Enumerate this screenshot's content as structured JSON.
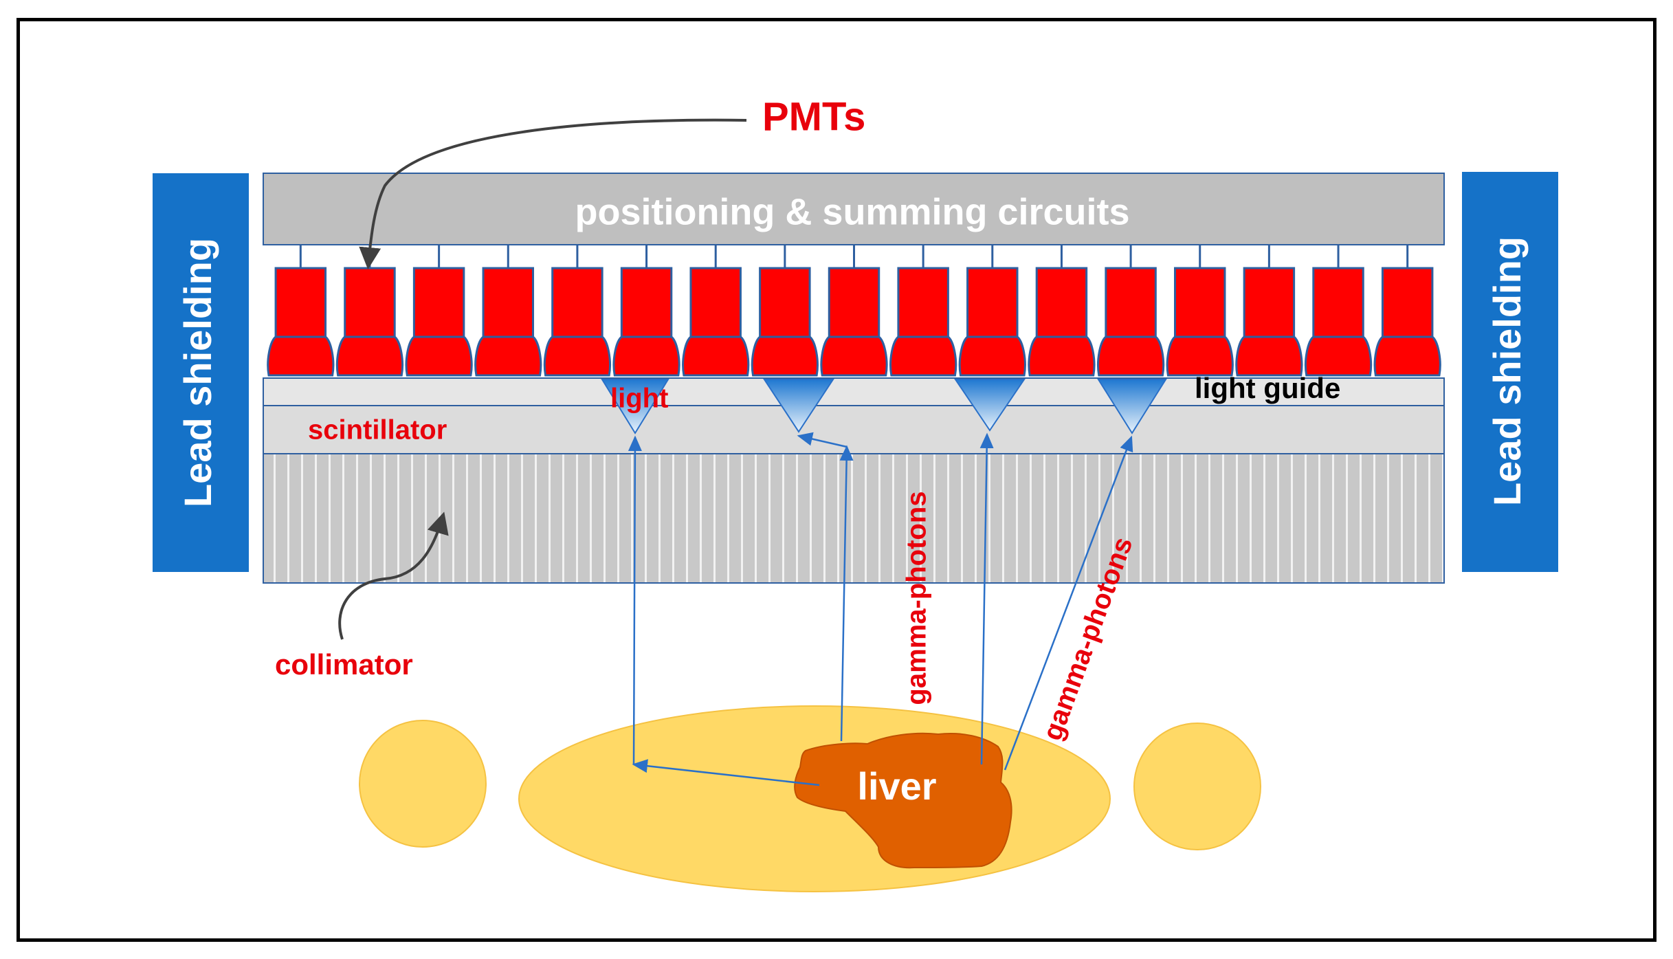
{
  "labels": {
    "pmts": "PMTs",
    "circuits": "positioning & summing circuits",
    "lead_left": "Lead shielding",
    "lead_right": "Lead shielding",
    "light": "light",
    "light_guide": "light guide",
    "scintillator": "scintillator",
    "collimator": "collimator",
    "gamma_1": "gamma-photons",
    "gamma_2": "gamma-photons",
    "liver": "liver"
  },
  "colors": {
    "pmt": "#ff0000",
    "pmt_border": "#2e5fa0",
    "lead": "#1572c8",
    "circuit": "#bfbfbf",
    "label_red": "#e8000b",
    "body": "#ffd966",
    "liver": "#e06000",
    "arrow": "#2a70c8"
  },
  "pmt_count": 17
}
